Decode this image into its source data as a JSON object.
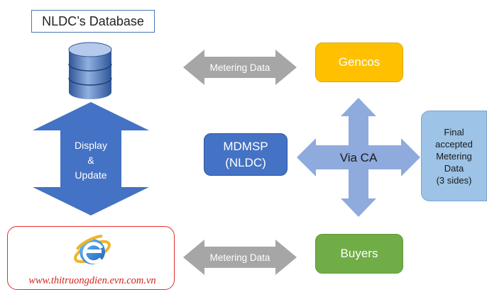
{
  "title": "NLDC’s Database",
  "arrows": {
    "top_label": "Metering Data",
    "bottom_label": "Metering Data",
    "vertical_line1": "Display",
    "vertical_line2": "&",
    "vertical_line3": "Update",
    "cross_label": "Via CA"
  },
  "nodes": {
    "gencos": "Gencos",
    "buyers": "Buyers",
    "mdmsp_line1": "MDMSP",
    "mdmsp_line2": "(NLDC)",
    "final_lines": [
      "Final",
      "accepted",
      "Metering",
      "Data",
      "(3 sides)"
    ]
  },
  "website": {
    "url": "www.thitruongdien.evn.com.vn"
  },
  "icons": {
    "database": "database-icon",
    "browser": "internet-explorer-icon"
  },
  "colors": {
    "gencos": "#ffc000",
    "buyers": "#70ad47",
    "mdmsp": "#4472c4",
    "final": "#9dc3e6",
    "blue_arrow": "#4472c4",
    "cross_arrow": "#8faadc",
    "gray_arrow": "#a6a6a6",
    "url_red": "#d0261d"
  }
}
